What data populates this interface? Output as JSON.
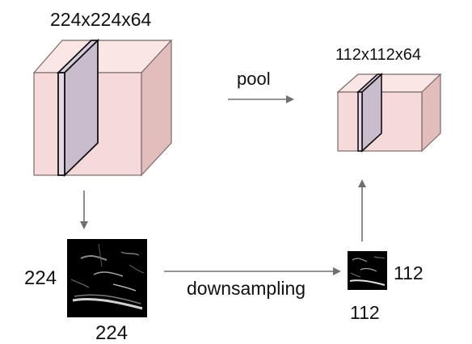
{
  "diagram": {
    "big_volume": {
      "dims_label": "224x224x64"
    },
    "small_volume": {
      "dims_label": "112x112x64"
    },
    "pool_label": "pool",
    "downsampling_label": "downsampling",
    "big_slice": {
      "height_label": "224",
      "width_label": "224"
    },
    "small_slice": {
      "height_label": "112",
      "width_label": "112"
    }
  },
  "colors": {
    "cube_front": "#f6d9d9",
    "cube_top": "#fbe6e6",
    "cube_side": "#e3bcbc",
    "slice_fill": "#c9bccd",
    "arrow": "#707070",
    "feature_map_bg": "#000000"
  }
}
